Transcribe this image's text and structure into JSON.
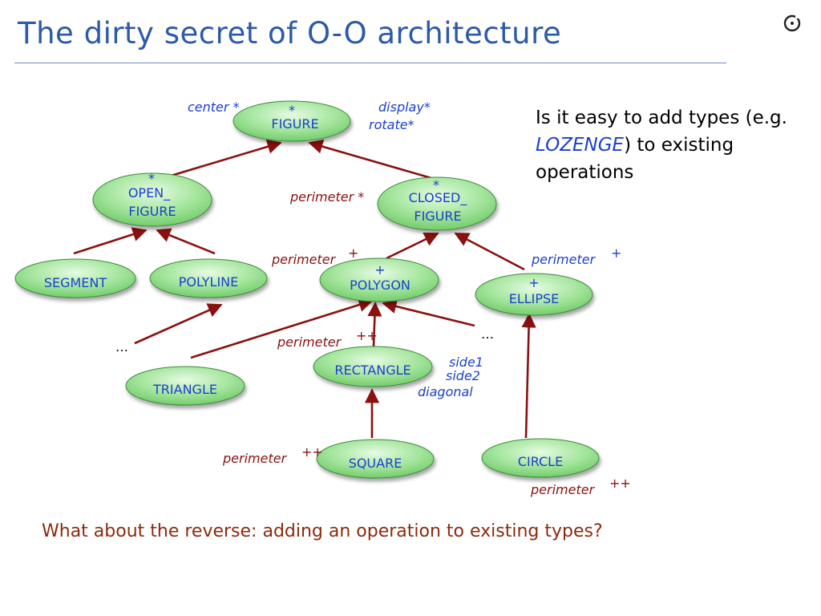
{
  "slide": {
    "title": "The dirty secret of O-O architecture",
    "question": {
      "part1": "Is it easy to add types (e.g. ",
      "highlight": "LOZENGE",
      "part2": ") to existing operations"
    },
    "reverse_question": "What about the reverse: adding an operation to existing types?"
  },
  "colors": {
    "title": "#2d5aa8",
    "node_fill": "#9fe39a",
    "node_text": "#1a3fd0",
    "arrow": "#8b1010",
    "feature_blue": "#1a3fd0",
    "feature_red": "#8b1010"
  },
  "nodes": {
    "figure": {
      "marker": "*",
      "line1": "FIGURE"
    },
    "open_figure": {
      "marker": "*",
      "line1": "OPEN_",
      "line2": "FIGURE"
    },
    "closed_figure": {
      "marker": "*",
      "line1": "CLOSED_",
      "line2": "FIGURE"
    },
    "segment": {
      "line1": "SEGMENT"
    },
    "polyline": {
      "line1": "POLYLINE"
    },
    "polygon": {
      "marker": "+",
      "line1": "POLYGON"
    },
    "ellipse": {
      "marker": "+",
      "line1": "ELLIPSE"
    },
    "triangle": {
      "line1": "TRIANGLE"
    },
    "rectangle": {
      "line1": "RECTANGLE"
    },
    "square": {
      "line1": "SQUARE"
    },
    "circle": {
      "line1": "CIRCLE"
    }
  },
  "features": {
    "figure_center": "center *",
    "figure_display": "display*",
    "figure_rotate": "rotate*",
    "closed_perimeter": "perimeter *",
    "polygon_perimeter": "perimeter",
    "polygon_perimeter_mark": "+",
    "ellipse_perimeter": "perimeter",
    "ellipse_perimeter_mark": "+",
    "rectangle_perimeter": "perimeter",
    "rectangle_perimeter_mark": "++",
    "rectangle_side1": "side1",
    "rectangle_side2": "side2",
    "rectangle_diagonal": "diagonal",
    "square_perimeter": "perimeter",
    "square_perimeter_mark": "++",
    "circle_perimeter": "perimeter",
    "circle_perimeter_mark": "++",
    "ellipsis_left": "…",
    "ellipsis_right": "…"
  }
}
